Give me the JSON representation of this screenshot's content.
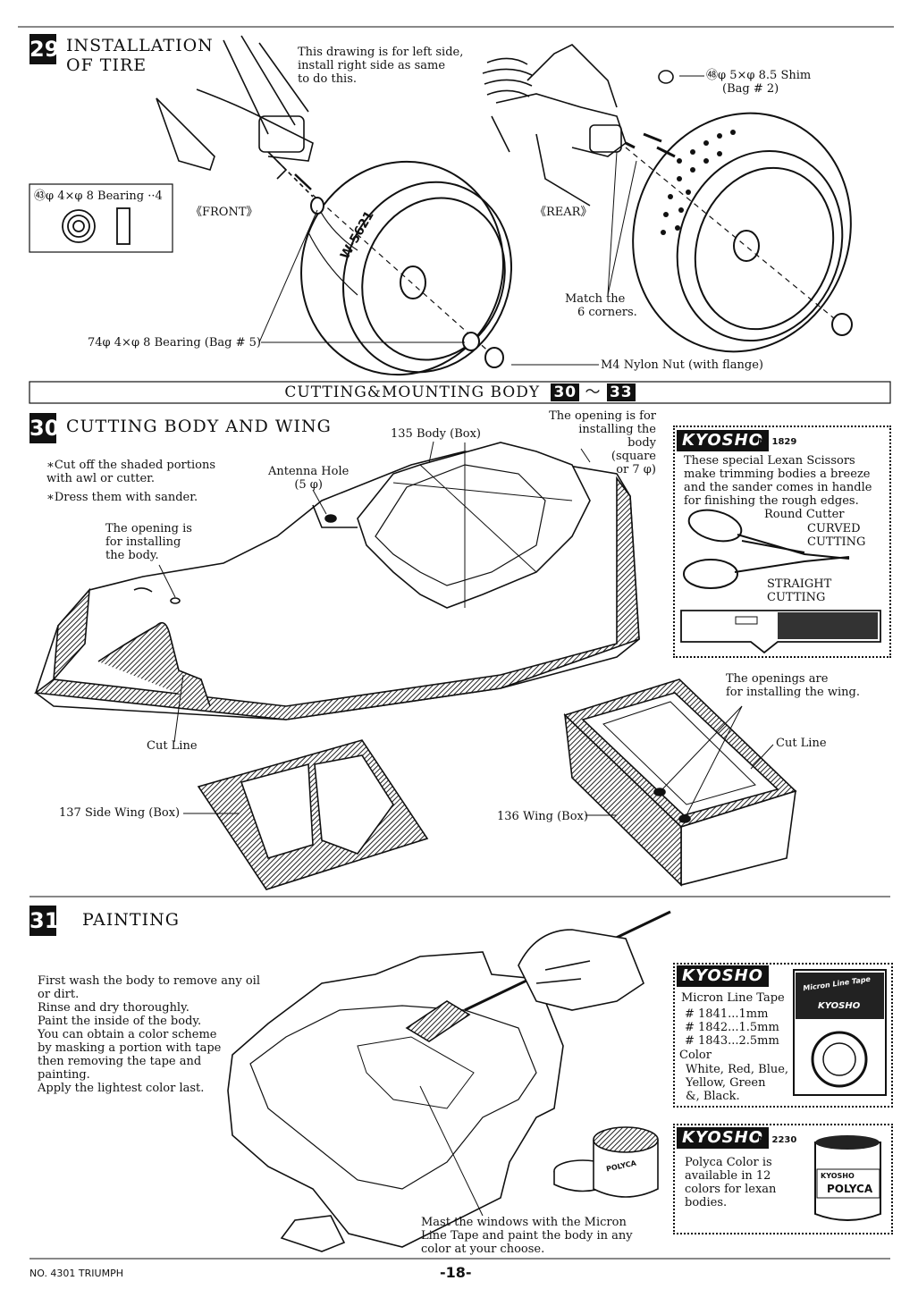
{
  "step29": {
    "number": "29",
    "title_line1": "INSTALLATION",
    "title_line2": "OF TIRE",
    "note": [
      "This drawing is for left side,",
      "install right side as same",
      "to do this."
    ],
    "bearing_box_label": "㊸φ 4×φ 8 Bearing ··4",
    "front_label": "《FRONT》",
    "rear_label": "《REAR》",
    "shim_label_line1": "㊽φ 5×φ 8.5 Shim",
    "shim_label_line2": "(Bag # 2)",
    "match_label": [
      "Match the",
      "6 corners."
    ],
    "bearing_callout": "74φ 4×φ 8 Bearing (Bag # 5)",
    "nut_callout": "M4 Nylon Nut (with flange)",
    "tire_text": "W-5621"
  },
  "section_banner": {
    "title": "CUTTING&MOUNTING BODY",
    "from": "30",
    "to": "33"
  },
  "step30": {
    "number": "30",
    "title": "CUTTING BODY AND WING",
    "instructions": [
      "∗Cut off the shaded portions",
      "with awl or cutter.",
      "∗Dress them with sander."
    ],
    "body_label": "135 Body (Box)",
    "antenna_label": [
      "Antenna Hole",
      "(5 φ)"
    ],
    "opening_body": [
      "The opening is",
      "for installing",
      "the body."
    ],
    "opening_top": [
      "The opening is for",
      "installing the body",
      "(square",
      "or 7 φ)"
    ],
    "cut_line_left": "Cut Line",
    "cut_line_right": "Cut Line",
    "side_wing_label": "137 Side Wing (Box)",
    "wing_label": "136 Wing (Box)",
    "wing_openings": [
      "The openings are",
      "for installing the wing."
    ],
    "promo": {
      "logo": "KYOSHO",
      "code": "№ 1829",
      "text": [
        "These special Lexan Scissors",
        "make trimming bodies a breeze",
        "and the sander comes in handle",
        "for finishing the rough edges."
      ],
      "round_cutter": "Round Cutter",
      "curved": [
        "CURVED",
        "CUTTING"
      ],
      "straight": [
        "STRAIGHT",
        "CUTTING"
      ]
    }
  },
  "step31": {
    "number": "31",
    "title": "PAINTING",
    "instructions": [
      "First wash the body to remove any oil",
      "or dirt.",
      "Rinse and dry thoroughly.",
      "Paint the inside of the body.",
      "You can obtain a color scheme",
      "by masking a portion with tape",
      "then removing the tape and",
      "painting.",
      "Apply the lightest color last."
    ],
    "mask_note": [
      "Mast the windows with the Micron",
      "Line Tape and paint the body in any",
      "color at your choose."
    ],
    "tape_promo": {
      "logo": "KYOSHO",
      "title": "Micron Line Tape",
      "items": [
        "# 1841...1mm",
        "# 1842...1.5mm",
        "# 1843...2.5mm"
      ],
      "color_label": "Color",
      "colors": [
        "White, Red, Blue,",
        "Yellow, Green",
        "&, Black."
      ],
      "package_label": "Micron Line Tape",
      "package_brand": "KYOSHO"
    },
    "paint_promo": {
      "logo": "KYOSHO",
      "code": "№ 2230",
      "text": [
        "Polyca Color is",
        "available in 12",
        "colors for lexan",
        "bodies."
      ],
      "jar_label": "POLYCA",
      "jar_brand": "KYOSHO"
    }
  },
  "footer": {
    "model": "NO. 4301 TRIUMPH",
    "page": "-18-"
  }
}
